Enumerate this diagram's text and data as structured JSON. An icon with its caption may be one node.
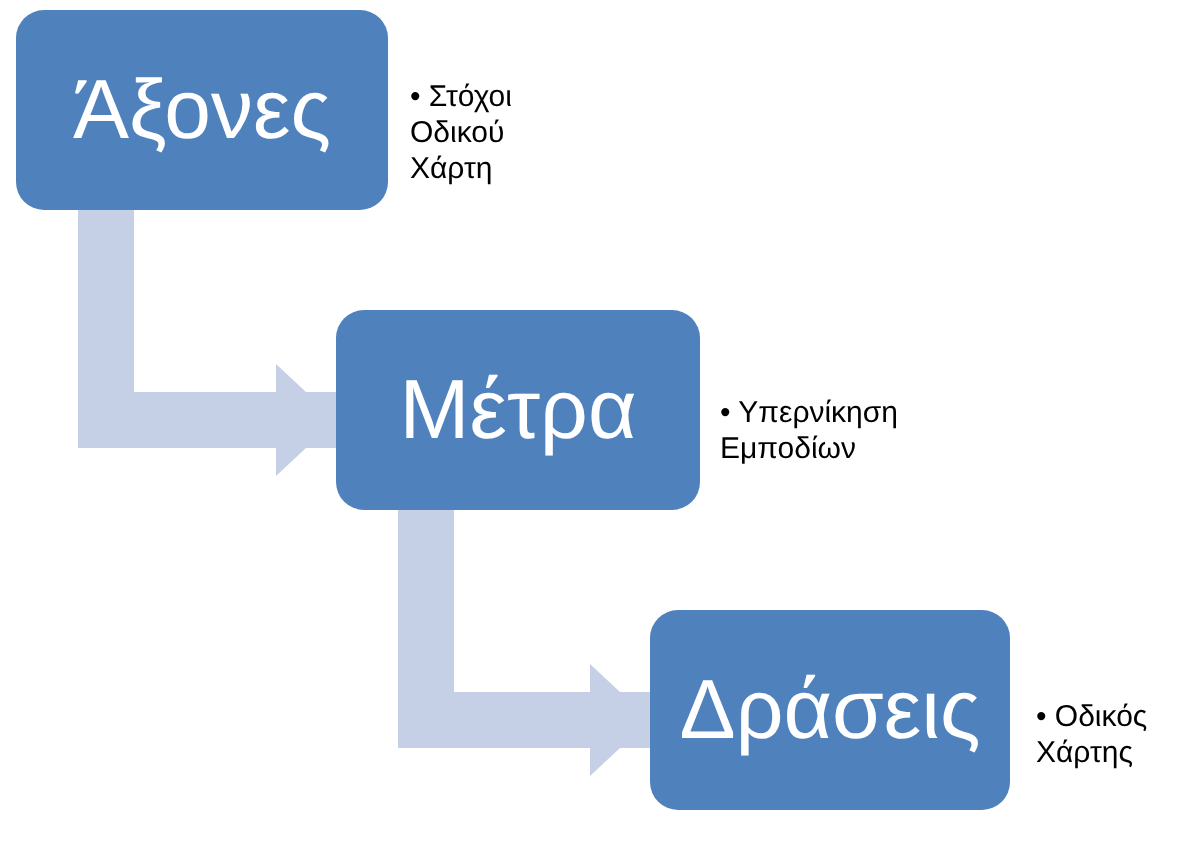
{
  "diagram": {
    "nodes": [
      {
        "text": [
          "Άξονες"
        ],
        "beside": [
          "• Στόχοι Οδικού Χάρτη"
        ]
      },
      {
        "text": [
          "Μέτρα"
        ],
        "beside": [
          "• Υπερνίκηση Εμποδίων"
        ]
      },
      {
        "text": [
          "Δράσεις"
        ],
        "beside": [
          "• Οδικός Χάρτης"
        ]
      }
    ],
    "edges": [
      {
        "from": 0,
        "to": 1,
        "arrow": "to"
      },
      {
        "from": 1,
        "to": 2,
        "arrow": "to"
      }
    ]
  }
}
